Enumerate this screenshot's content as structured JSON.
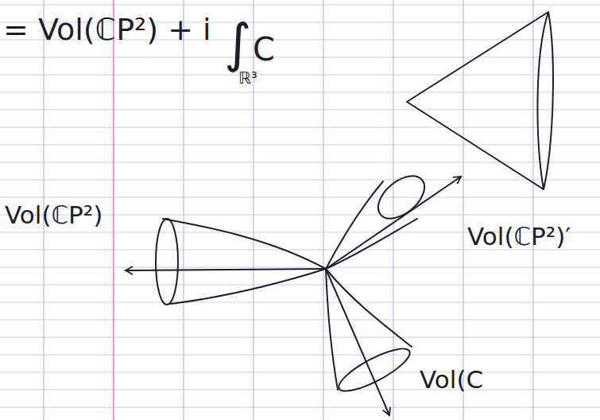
{
  "diagram": {
    "labels": [
      "= Vol(ℂP²) + i",
      "∫",
      "C",
      "ℝ³",
      "Vol(ℂP²)",
      "Vol(ℂP²)′",
      "Vol(C"
    ]
  }
}
